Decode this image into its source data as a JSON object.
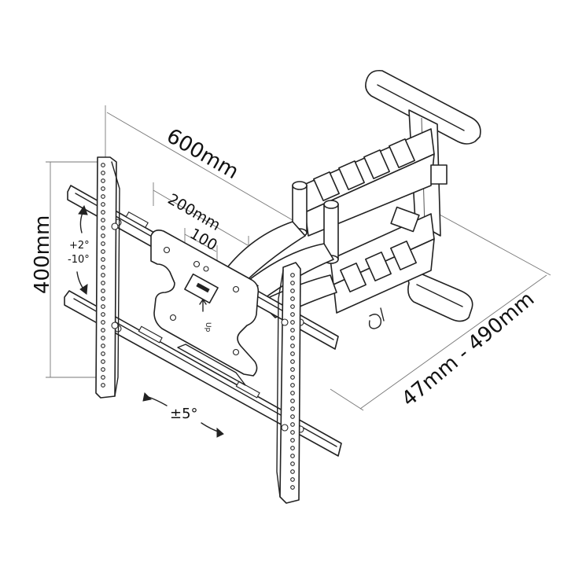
{
  "dimensions": {
    "arm_extension": "600mm",
    "vesa_horizontal_large": "200mm",
    "vesa_horizontal_small": "100",
    "vesa_vertical": "400mm",
    "wall_distance": "47mm - 490mm"
  },
  "tilt": {
    "up": "+2°",
    "down": "-10°"
  },
  "swivel": {
    "rotation": "±5°"
  },
  "plate_label": "Up"
}
